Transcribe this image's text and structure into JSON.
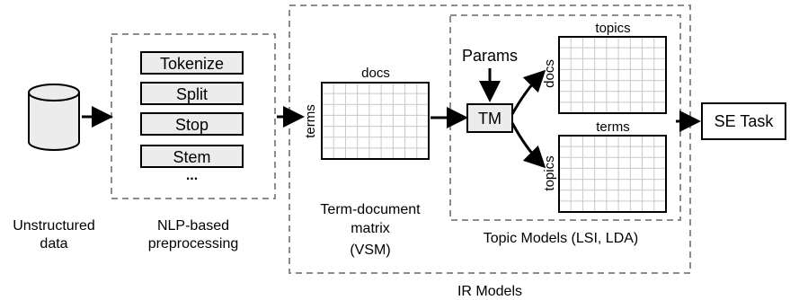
{
  "unstructured": {
    "line1": "Unstructured",
    "line2": "data"
  },
  "nlp": {
    "steps": [
      "Tokenize",
      "Split",
      "Stop",
      "Stem"
    ],
    "ellipsis": "...",
    "caption_line1": "NLP-based",
    "caption_line2": "preprocessing"
  },
  "vsm": {
    "col_label": "docs",
    "row_label": "terms",
    "caption_line1": "Term-document",
    "caption_line2": "matrix",
    "caption_line3": "(VSM)"
  },
  "topic": {
    "params_label": "Params",
    "tm_label": "TM",
    "top_matrix_col_label": "topics",
    "top_matrix_row_label": "docs",
    "bottom_matrix_col_label": "terms",
    "bottom_matrix_row_label": "topics",
    "caption": "Topic Models (LSI, LDA)"
  },
  "ir_caption": "IR Models",
  "se_task_label": "SE Task",
  "colors": {
    "box_fill": "#ececec",
    "dash": "#8c8c8c",
    "grid": "#c8c8c8",
    "stroke": "#000000"
  }
}
